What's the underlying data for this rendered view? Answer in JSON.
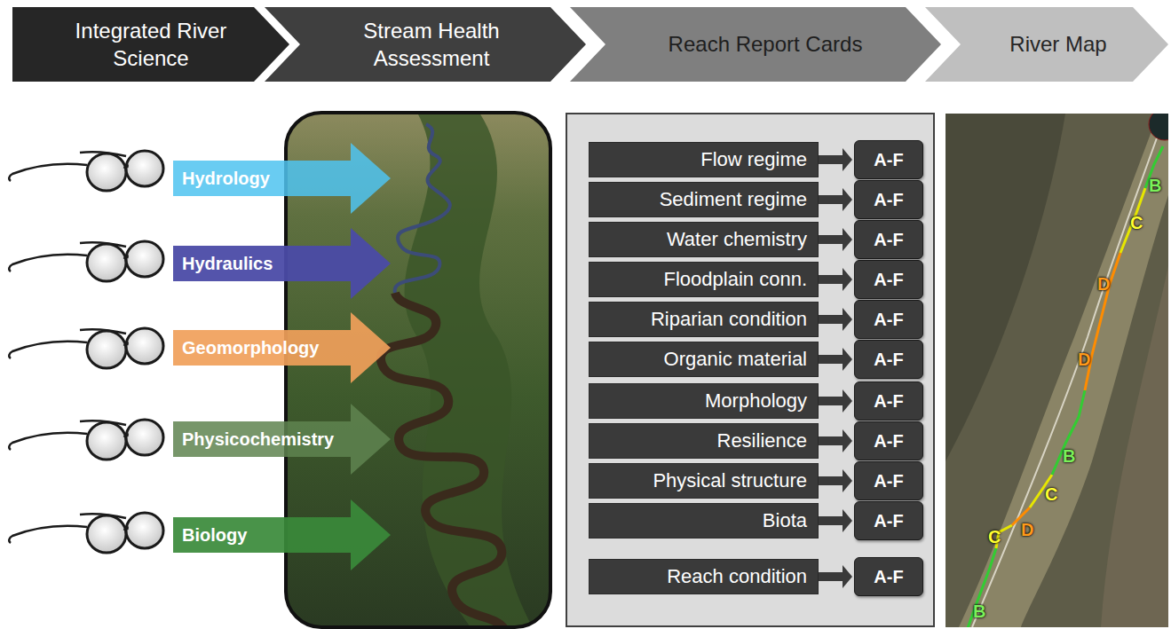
{
  "diagram": {
    "nodes": [
      {
        "text": [
          "Integrated River Science"
        ]
      },
      {
        "text": [
          "Stream Health Assessment"
        ]
      },
      {
        "text": [
          "Reach Report Cards"
        ]
      },
      {
        "text": [
          "River Map"
        ]
      },
      {
        "text": [
          "Hydrology"
        ]
      },
      {
        "text": [
          "Hydraulics"
        ]
      },
      {
        "text": [
          "Geomorphology"
        ]
      },
      {
        "text": [
          "Physicochemistry"
        ]
      },
      {
        "text": [
          "Biology"
        ]
      },
      {
        "text": [
          "Flow regime"
        ]
      },
      {
        "text": [
          "A-F"
        ]
      },
      {
        "text": [
          "Sediment regime"
        ]
      },
      {
        "text": [
          "A-F"
        ]
      },
      {
        "text": [
          "Water chemistry"
        ]
      },
      {
        "text": [
          "A-F"
        ]
      },
      {
        "text": [
          "Floodplain conn."
        ]
      },
      {
        "text": [
          "A-F"
        ]
      },
      {
        "text": [
          "Riparian condition"
        ]
      },
      {
        "text": [
          "A-F"
        ]
      },
      {
        "text": [
          "Organic material"
        ]
      },
      {
        "text": [
          "A-F"
        ]
      },
      {
        "text": [
          "Morphology"
        ]
      },
      {
        "text": [
          "A-F"
        ]
      },
      {
        "text": [
          "Resilience"
        ]
      },
      {
        "text": [
          "A-F"
        ]
      },
      {
        "text": [
          "Physical structure"
        ]
      },
      {
        "text": [
          "A-F"
        ]
      },
      {
        "text": [
          "Biota"
        ]
      },
      {
        "text": [
          "A-F"
        ]
      },
      {
        "text": [
          "Reach condition"
        ]
      },
      {
        "text": [
          "A-F"
        ]
      }
    ],
    "edges": [
      {
        "from": 9,
        "to": 10,
        "arrow": "to"
      },
      {
        "from": 11,
        "to": 12,
        "arrow": "to"
      },
      {
        "from": 13,
        "to": 14,
        "arrow": "to"
      },
      {
        "from": 15,
        "to": 16,
        "arrow": "to"
      },
      {
        "from": 17,
        "to": 18,
        "arrow": "to"
      },
      {
        "from": 19,
        "to": 20,
        "arrow": "to"
      },
      {
        "from": 21,
        "to": 22,
        "arrow": "to"
      },
      {
        "from": 23,
        "to": 24,
        "arrow": "to"
      },
      {
        "from": 25,
        "to": 26,
        "arrow": "to"
      },
      {
        "from": 27,
        "to": 28,
        "arrow": "to"
      },
      {
        "from": 29,
        "to": 30,
        "arrow": "to"
      }
    ],
    "labels": [
      "B",
      "C",
      "D",
      "D",
      "B",
      "C",
      "C",
      "D",
      "B"
    ]
  }
}
